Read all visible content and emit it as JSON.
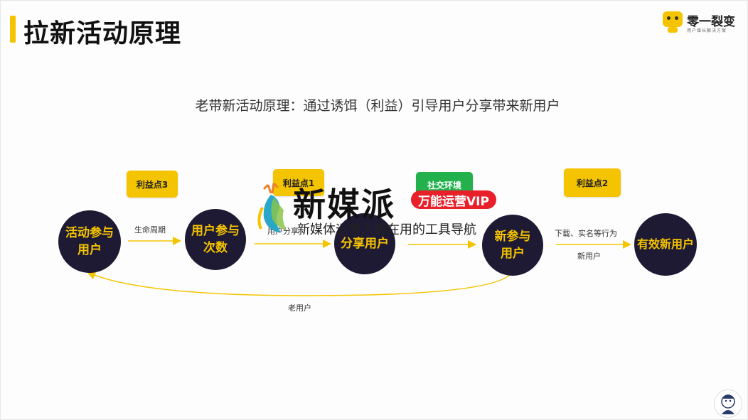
{
  "title": "拉新活动原理",
  "logo": {
    "name": "零一裂变",
    "tagline": "用户增长解决方案"
  },
  "subtitle": "老带新活动原理：通过诱饵（利益）引导用户分享带来新用户",
  "nodes": [
    {
      "id": "n1",
      "label_line1": "活动参与",
      "label_line2": "用户"
    },
    {
      "id": "n2",
      "label_line1": "用户参与",
      "label_line2": "次数"
    },
    {
      "id": "n3",
      "label_line1": "分享用户",
      "label_line2": ""
    },
    {
      "id": "n4",
      "label_line1": "新参与",
      "label_line2": "用户"
    },
    {
      "id": "n5",
      "label_line1": "有效新用户",
      "label_line2": ""
    }
  ],
  "tags": {
    "benefit3": "利益点3",
    "benefit1": "利益点1",
    "social": "社交环境",
    "benefit2": "利益点2"
  },
  "edge_labels": {
    "lifecycle": "生命周期",
    "share": "用户分享",
    "download": "下载、实名等行为",
    "new_user": "新用户",
    "old_user": "老用户"
  },
  "watermark": {
    "name": "新媒派",
    "badge": "万能运营VIP",
    "slogan": "新媒体运营人都在用的工具导航"
  },
  "colors": {
    "accent": "#f5c400",
    "node": "#1e1a33",
    "social": "#22b14c",
    "badge": "#e8202a"
  }
}
